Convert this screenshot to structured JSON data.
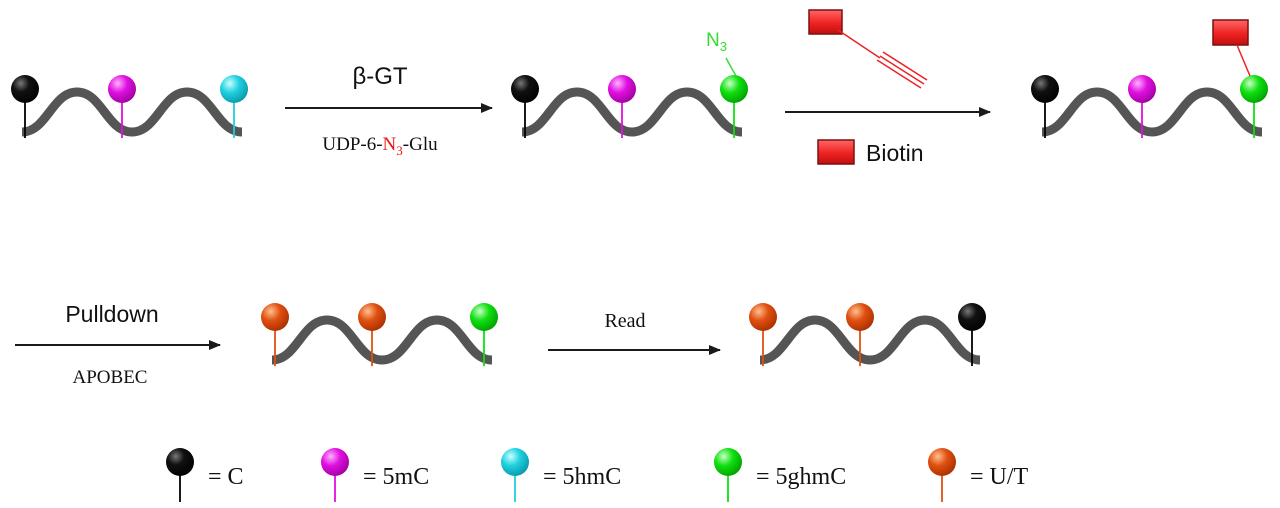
{
  "colors": {
    "c": "#000000",
    "5mC": "#e010e0",
    "5hmC": "#20d0e0",
    "5ghmC": "#10e010",
    "ut": "#e05010",
    "dna": "#555555",
    "biotin": "#ee2222",
    "azide": "#33dd33",
    "arrow": "#1a1a1a",
    "highlight_red": "#ee1111"
  },
  "step1": {
    "above": "β-GT",
    "below_pre": "UDP-6-",
    "below_n": "N",
    "below_sub": "3",
    "below_post": "-Glu"
  },
  "azide": {
    "label": "N",
    "sub": "3"
  },
  "step2": {
    "below": "Biotin"
  },
  "step3": {
    "above": "Pulldown",
    "below": "APOBEC"
  },
  "step4": {
    "above": "Read"
  },
  "legend": [
    {
      "key": "c",
      "label": "= C"
    },
    {
      "key": "5mC",
      "label": "= 5mC"
    },
    {
      "key": "5hmC",
      "label": "= 5hmC"
    },
    {
      "key": "5ghmC",
      "label": "= 5ghmC"
    },
    {
      "key": "ut",
      "label": "= U/T"
    }
  ],
  "strands": [
    {
      "id": "dna-strand-1",
      "pins": [
        "c",
        "5mC",
        "5hmC"
      ]
    },
    {
      "id": "dna-strand-2",
      "pins": [
        "c",
        "5mC",
        "5ghmC"
      ]
    },
    {
      "id": "dna-strand-3",
      "pins": [
        "c",
        "5mC",
        "5ghmC"
      ]
    },
    {
      "id": "dna-strand-4",
      "pins": [
        "ut",
        "ut",
        "5ghmC"
      ]
    },
    {
      "id": "dna-strand-5",
      "pins": [
        "ut",
        "ut",
        "c"
      ]
    }
  ]
}
